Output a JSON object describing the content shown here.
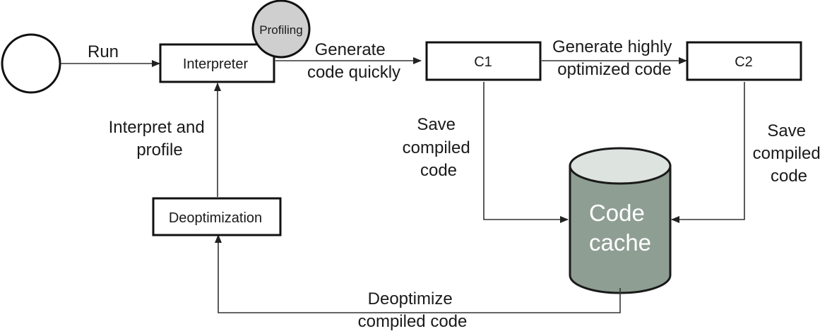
{
  "nodes": {
    "interpreter": "Interpreter",
    "profiling": "Profiling",
    "c1": "C1",
    "c2": "C2",
    "deoptimization": "Deoptimization",
    "code_cache": [
      "Code",
      "cache"
    ]
  },
  "edges": {
    "run": "Run",
    "generate_quick": [
      "Generate",
      "code quickly"
    ],
    "generate_optimized": [
      "Generate highly",
      "optimized code"
    ],
    "save_c1": [
      "Save",
      "compiled",
      "code"
    ],
    "save_c2": [
      "Save",
      "compiled",
      "code"
    ],
    "interpret_profile": [
      "Interpret and",
      "profile"
    ],
    "deoptimize": [
      "Deoptimize",
      "compiled code"
    ]
  },
  "colors": {
    "cache_body": "#8e9e93",
    "cache_top": "#dde3df",
    "profiling_fill": "#cfcfcf",
    "cache_text": "#ffffff"
  }
}
